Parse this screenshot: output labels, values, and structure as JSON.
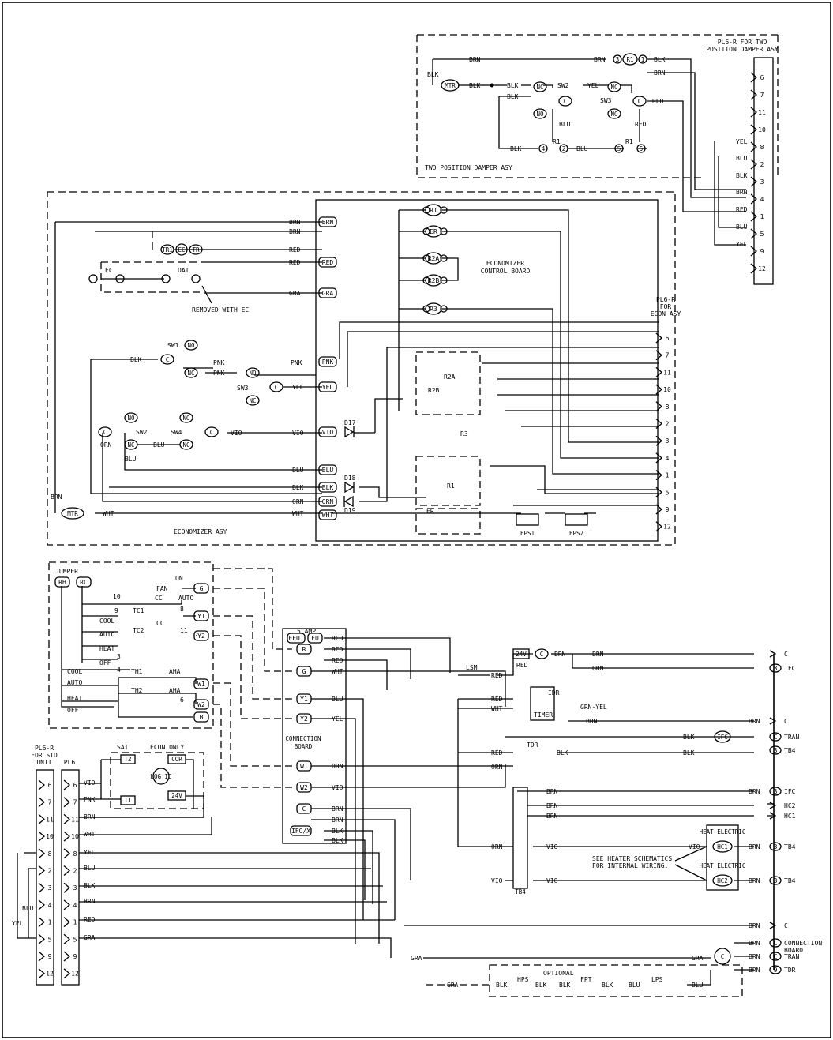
{
  "sections": {
    "two_position_title": "TWO POSITION DAMPER ASY",
    "two_position_plug_title_1": "PL6-R FOR TWO",
    "two_position_plug_title_2": "POSITION DAMPER ASY",
    "economizer_title": "ECONOMIZER ASY",
    "econ_plug_title_1": "PL6-R",
    "econ_plug_title_2": "FOR",
    "econ_plug_title_3": "ECON ASY",
    "control_board_1": "ECONOMIZER",
    "control_board_2": "CONTROL BOARD",
    "removed_with_ec": "REMOVED WITH EC",
    "connection_board_1": "CONNECTION",
    "connection_board_2": "BOARD",
    "std_plug_1": "PL6-R",
    "std_plug_2": "FOR STD",
    "std_plug_3": "UNIT",
    "pl6": "PL6",
    "heater_note_1": "SEE HEATER SCHEMATICS",
    "heater_note_2": "FOR INTERNAL WIRING.",
    "optional": "OPTIONAL",
    "five_amp": "5 AMP",
    "jumper": "JUMPER",
    "econ_only": "ECON ONLY",
    "sat": "SAT"
  },
  "damper_plug_pins": [
    "6",
    "7",
    "11",
    "10",
    "8",
    "2",
    "3",
    "4",
    "1",
    "5",
    "9",
    "12"
  ],
  "damper_plug_wires": [
    "YEL",
    "BLU",
    "BLK",
    "BRN",
    "RED",
    "BLU",
    "YEL"
  ],
  "econ_plug_pins": [
    "6",
    "7",
    "11",
    "10",
    "8",
    "2",
    "3",
    "4",
    "1",
    "5",
    "9",
    "12"
  ],
  "std_plug_left_pins": [
    "6",
    "7",
    "11",
    "10",
    "8",
    "2",
    "3",
    "4",
    "1",
    "5",
    "9",
    "12"
  ],
  "std_plug_right_pins": [
    "6",
    "7",
    "11",
    "10",
    "8",
    "2",
    "3",
    "4",
    "1",
    "5",
    "9",
    "12"
  ],
  "std_plug_wires": [
    "VIO",
    "PNK",
    "BRN",
    "WHT",
    "YEL",
    "BLU",
    "BLK",
    "BRN",
    "RED",
    "GRA"
  ],
  "econ_board_terminals": [
    "BRN",
    "RED",
    "GRA",
    "PNK",
    "YEL",
    "VIO",
    "BLU",
    "BLK",
    "ORN",
    "WHT"
  ],
  "econ_relays": [
    "R1",
    "ER",
    "R2A",
    "R2B",
    "R3"
  ],
  "econ_wires_left": [
    "BRN",
    "BRN",
    "RED",
    "RED",
    "GRA",
    "BLK",
    "PNK",
    "PNK",
    "YEL",
    "VIO",
    "VIO",
    "BLU",
    "ORN",
    "WHT",
    "BLU",
    "BLK",
    "ORN",
    "WHT"
  ],
  "econ_devices": [
    "EC",
    "OAT",
    "SW1",
    "SW2",
    "SW3",
    "SW4",
    "D17",
    "D18",
    "D19",
    "EPS1",
    "EPS2",
    "MTR",
    "TR1",
    "TR"
  ],
  "switch_contacts": [
    "NO",
    "NC",
    "C"
  ],
  "damper_devices": [
    "MTR",
    "SW2",
    "SW3",
    "R1",
    "NC",
    "NO",
    "C"
  ],
  "damper_wires": [
    "BRN",
    "BRN",
    "BLK",
    "BLK",
    "BLK",
    "BLK",
    "YEL",
    "RED",
    "BLU",
    "RED",
    "BLU",
    "BLK",
    "BRN"
  ],
  "damper_relay_pins": [
    "1",
    "2",
    "3",
    "4",
    "5"
  ],
  "thermostat": {
    "terminals": [
      "RH",
      "RC",
      "G",
      "Y1",
      "Y2",
      "W1",
      "W2",
      "B"
    ],
    "labels": [
      "ON",
      "FAN",
      "AUTO",
      "CC",
      "TC1",
      "TC2",
      "COOL",
      "AUTO",
      "HEAT",
      "OFF",
      "TH1",
      "TH2",
      "AHA",
      "AHA",
      "10",
      "9",
      "8",
      "11",
      "3",
      "4",
      "6"
    ],
    "mode_labels": [
      "COOL",
      "AUTO",
      "HEAT",
      "OFF"
    ],
    "sat_items": [
      "T2",
      "T1",
      "COR",
      "24V",
      "LOG IC"
    ]
  },
  "connection_board": {
    "terminals": [
      "EFU1",
      "FU",
      "R",
      "G",
      "Y1",
      "Y2",
      "W1",
      "W2",
      "C",
      "IFO/X"
    ],
    "wires": [
      "RED",
      "RED",
      "RED",
      "WHT",
      "BLU",
      "YEL",
      "ORN",
      "VIO",
      "BRN",
      "BRN",
      "BLK",
      "BLK"
    ]
  },
  "right_side": {
    "labels": [
      "LSM",
      "24V",
      "RED",
      "C",
      "BRN",
      "IDR",
      "TIMER",
      "GRN-YEL",
      "TDR",
      "IFC",
      "TRAN",
      "TB4",
      "HC2",
      "HC1",
      "HEAT ELECTRIC",
      "HEAT ELECTRIC",
      "HC1",
      "HC2",
      "TB4"
    ],
    "terminal_labels": [
      "C",
      "IFC",
      "C",
      "TRAN",
      "TB4",
      "IFC",
      "HC2",
      "HC1",
      "TB4",
      "TB4",
      "C",
      "CONNECTION",
      "BOARD",
      "TRAN",
      "TDR"
    ],
    "wires": [
      "BRN",
      "BRN",
      "BRN",
      "BLK",
      "BLK",
      "BRN",
      "BRN",
      "BRN",
      "BRN",
      "BRN",
      "BRN",
      "BRN",
      "VIO",
      "VIO",
      "VIO",
      "VIO",
      "RED",
      "WHT",
      "RED",
      "ORN",
      "BLK",
      "GRA",
      "GRA",
      "BLU"
    ],
    "optional_devices": [
      "HPS",
      "FPT",
      "LPS"
    ],
    "optional_wires": [
      "GRA",
      "BLK",
      "BLK",
      "BLK",
      "BLK",
      "BLU",
      "BLU"
    ]
  }
}
